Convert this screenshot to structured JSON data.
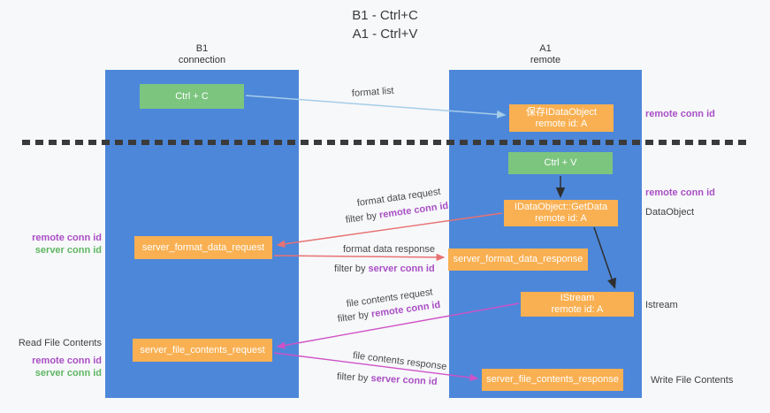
{
  "title": {
    "line1": "B1 - Ctrl+C",
    "line2": "A1 - Ctrl+V"
  },
  "columns": {
    "left": {
      "name": "B1",
      "sub": "connection"
    },
    "right": {
      "name": "A1",
      "sub": "remote"
    }
  },
  "boxes": {
    "ctrl_c": "Ctrl + C",
    "ctrl_v": "Ctrl + V",
    "save_dataobject": {
      "line1": "保存IDataObject",
      "line2": "remote id: A"
    },
    "getdata": {
      "line1": "IDataObject::GetData",
      "line2": "remote id: A"
    },
    "istream": {
      "line1": "IStream",
      "line2": "remote id: A"
    },
    "server_format_data_request": "server_format_data_request",
    "server_format_data_response": "server_format_data_response",
    "server_file_contents_request": "server_file_contents_request",
    "server_file_contents_response": "server_file_contents_response"
  },
  "side_labels": {
    "right": {
      "remote_conn_top": "remote conn id",
      "remote_conn_mid": "remote conn id",
      "dataobject": "DataObject",
      "istream": "Istream",
      "write_file_contents": "Write File Contents"
    },
    "left": {
      "remote_conn_mid": "remote conn id",
      "server_conn_mid": "server conn id",
      "read_file_contents": "Read File Contents",
      "remote_conn_bottom": "remote conn id",
      "server_conn_bottom": "server conn id"
    }
  },
  "arrow_labels": {
    "format_list": "format list",
    "format_data_request": "format data request",
    "format_data_request_filter": {
      "prefix": "filter by ",
      "highlight": "remote conn id"
    },
    "format_data_response": "format data response",
    "format_data_response_filter": {
      "prefix": "filter by ",
      "highlight": "server conn id"
    },
    "file_contents_request": "file contents request",
    "file_contents_request_filter": {
      "prefix": "filter by ",
      "highlight": "remote conn id"
    },
    "file_contents_response": "file contents response",
    "file_contents_response_filter": {
      "prefix": "filter by ",
      "highlight": "server conn id"
    }
  },
  "colors": {
    "panel_blue": "#4d87d9",
    "box_orange": "#f9b052",
    "box_green": "#7cc57f",
    "purple_text": "#a94fc4",
    "green_text": "#5fb663",
    "arrow_salmon": "#e87272",
    "arrow_magenta": "#cf52c7",
    "arrow_lightblue": "#a5cde9",
    "arrow_black": "#2f2f2f",
    "background": "#f7f8fa"
  }
}
